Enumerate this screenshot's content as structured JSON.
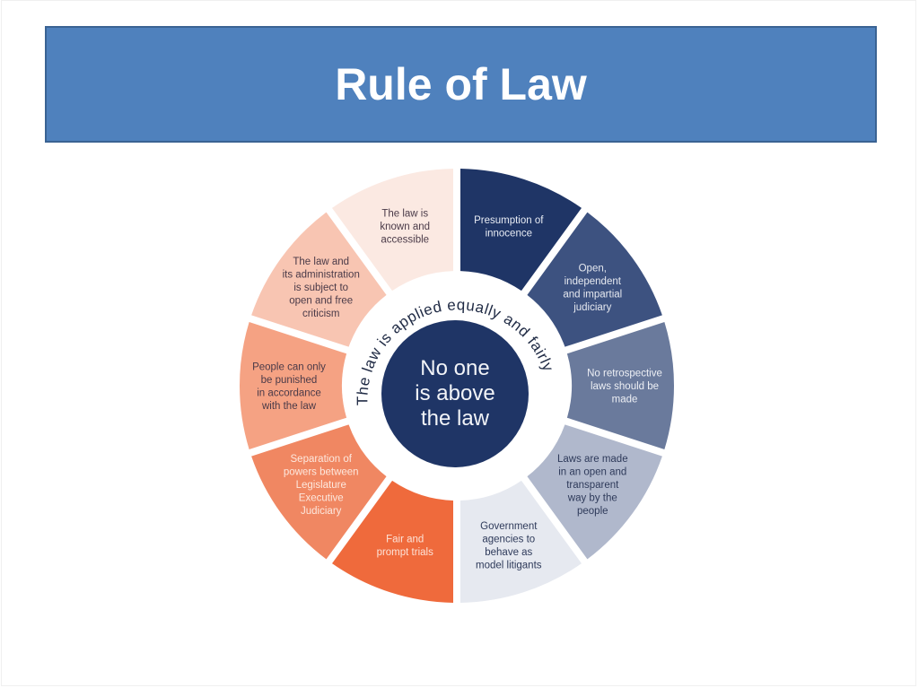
{
  "slide": {
    "title": "Rule of Law"
  },
  "diagram": {
    "center": {
      "lines": [
        "No one",
        "is above",
        "the law"
      ],
      "color": "#1f3566"
    },
    "ring_text": "The law is applied equally and fairly",
    "segments": [
      {
        "id": "presumption-of-innocence",
        "lines": [
          "Presumption of",
          "innocence"
        ],
        "fill": "#1f3566",
        "text_color": "#e8ecf4"
      },
      {
        "id": "open-independent-judiciary",
        "lines": [
          "Open,",
          "independent",
          "and impartial",
          "judiciary"
        ],
        "fill": "#3d5280",
        "text_color": "#e6e9f0"
      },
      {
        "id": "no-retrospective-laws",
        "lines": [
          "No retrospective",
          "laws should be",
          "made"
        ],
        "fill": "#6a7a9c",
        "text_color": "#eef0f5"
      },
      {
        "id": "laws-made-openly",
        "lines": [
          "Laws are made",
          "in an open and",
          "transparent",
          "way by the",
          "people"
        ],
        "fill": "#b0b8cc",
        "text_color": "#2e3a5a"
      },
      {
        "id": "model-litigants",
        "lines": [
          "Government",
          "agencies to",
          "behave as",
          "model litigants"
        ],
        "fill": "#e6e9f0",
        "text_color": "#2e3a5a"
      },
      {
        "id": "fair-prompt-trials",
        "lines": [
          "Fair and",
          "prompt trials"
        ],
        "fill": "#ef6a3c",
        "text_color": "#fde3d8"
      },
      {
        "id": "separation-of-powers",
        "lines": [
          "Separation of",
          "powers between",
          "Legislature",
          "Executive",
          "Judiciary"
        ],
        "fill": "#f08762",
        "text_color": "#fde8de"
      },
      {
        "id": "punished-per-law",
        "lines": [
          "People can only",
          "be punished",
          "in accordance",
          "with the law"
        ],
        "fill": "#f5a283",
        "text_color": "#4a3a48"
      },
      {
        "id": "open-criticism",
        "lines": [
          "The law and",
          "its administration",
          "is subject to",
          "open and free",
          "criticism"
        ],
        "fill": "#f8c5b2",
        "text_color": "#4a3a48"
      },
      {
        "id": "known-accessible",
        "lines": [
          "The law is",
          "known and",
          "accessible"
        ],
        "fill": "#fbe9e2",
        "text_color": "#4a3a48"
      }
    ]
  }
}
